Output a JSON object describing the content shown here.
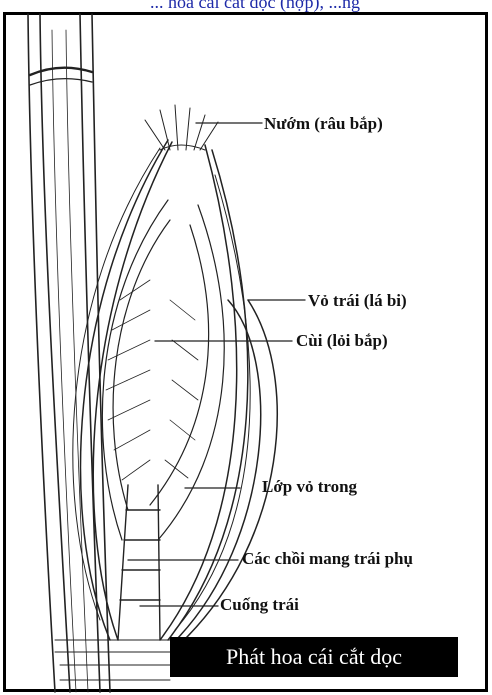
{
  "header": {
    "cropped_text": "... hoa cái cắt dọc (hợp), ...ng"
  },
  "labels": [
    {
      "id": "nuom",
      "text": "Nướm (râu bắp)"
    },
    {
      "id": "vo-trai",
      "text": "Vỏ trái (lá bi)"
    },
    {
      "id": "cui",
      "text": "Cùi (lỏi bắp)"
    },
    {
      "id": "lop-vo-trong",
      "text": "Lớp vỏ trong"
    },
    {
      "id": "choi",
      "text": "Các chồi mang trái phụ"
    },
    {
      "id": "cuong",
      "text": "Cuống trái"
    }
  ],
  "caption": "Phát hoa cái cắt dọc"
}
